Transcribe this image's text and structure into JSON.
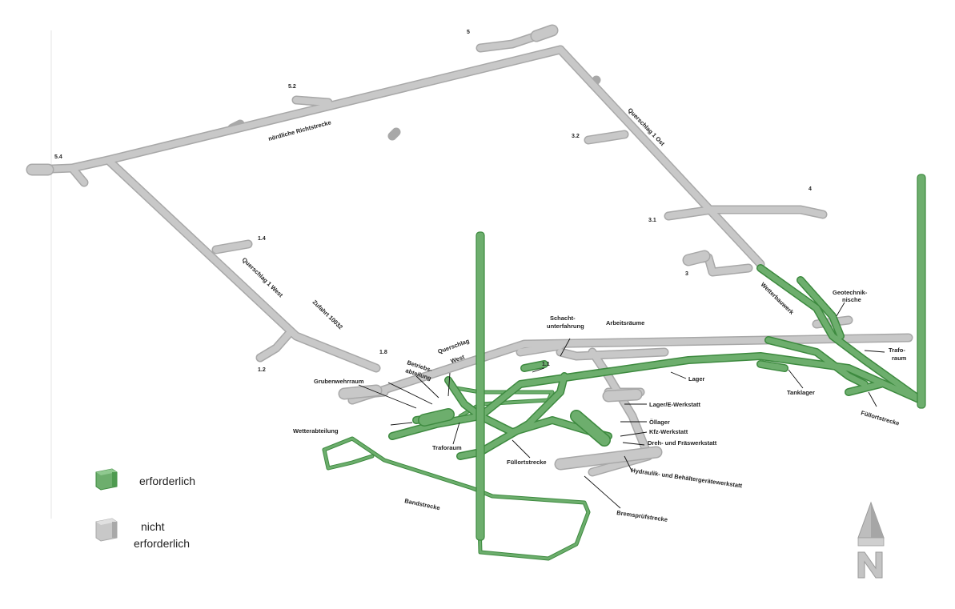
{
  "labels": {
    "top_5": "5",
    "north_drift": "nördliche Richtstrecke",
    "n52": "5.2",
    "n54": "5.4",
    "cross_east": "Querschlag 1 Ost",
    "n32": "3.2",
    "n4": "4",
    "n31": "3.1",
    "n14": "1.4",
    "cross_west_upper": "Querschlag 1 West",
    "n12": "1.2",
    "ramp": "Zufahrt 10032",
    "n3": "3",
    "weather_lock": "Wetterbauwerk",
    "geotech": "Geotechnik-\nnische",
    "trafo_right": "Trafo-\nraum",
    "tank_storage": "Tanklager",
    "filling_right": "Füllortstrecke",
    "shaft_sub": "Schacht-\nunterfahrung",
    "work_rooms": "Arbeitsräume",
    "cross_west": "Querschlag\nWest",
    "n18": "1.8",
    "n11": "1.1",
    "rescue_room": "Grubenwehrraum",
    "operations": "Betriebs-\nabteilung",
    "storage": "Lager",
    "storage_e_shop": "Lager/E-Werkstatt",
    "oil_storage": "Öllager",
    "vehicle_shop": "Kfz-Werkstatt",
    "lathe_shop": "Dreh- und Fräswerkstatt",
    "vent_dept": "Wetterabteilung",
    "trafo_left": "Traforaum",
    "filling_left": "Füllortstrecke",
    "hydraulic_shop": "Hydraulik- und Behältergerätewerkstatt",
    "brake_test": "Bremsprüfstrecke",
    "belt": "Bandstrecke"
  },
  "legend": {
    "required": "erforderlich",
    "not_required_1": "nicht",
    "not_required_2": "erforderlich"
  },
  "colors": {
    "required": "#6dae6d",
    "not_required": "#c8c8c8"
  },
  "north_arrow": {
    "icon": "north-arrow-icon"
  }
}
